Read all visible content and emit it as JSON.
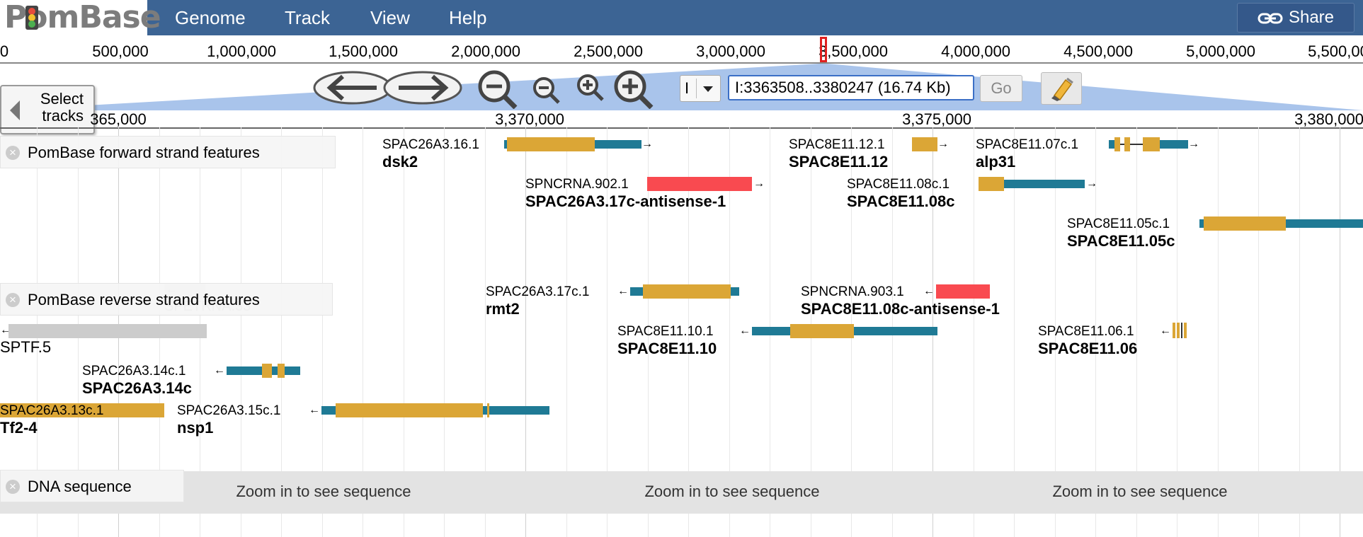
{
  "logo": {
    "text": "PomBase"
  },
  "menu": {
    "genome": "Genome",
    "track": "Track",
    "view": "View",
    "help": "Help",
    "share": "Share"
  },
  "overview_ticks": [
    "0",
    "500,000",
    "1,000,000",
    "1,500,000",
    "2,000,000",
    "2,500,000",
    "3,000,000",
    "3,500,000",
    "4,000,000",
    "4,500,000",
    "5,000,000",
    "5,500,00"
  ],
  "controls": {
    "select_tracks_line1": "Select",
    "select_tracks_line2": "tracks",
    "chromosome": "I",
    "location": "I:3363508..3380247 (16.74 Kb)",
    "go": "Go"
  },
  "detail_ticks": [
    "365,000",
    "3,370,000",
    "3,375,000",
    "3,380,000"
  ],
  "tracks": {
    "forward": "PomBase forward strand features",
    "reverse": "PomBase reverse strand features",
    "dna": "DNA sequence",
    "dna_msg": "Zoom in to see sequence"
  },
  "forward_features": [
    {
      "id": "SPAC26A3.16.1",
      "name": "dsk2"
    },
    {
      "id": "SPAC8E11.12.1",
      "name": "SPAC8E11.12"
    },
    {
      "id": "SPAC8E11.07c.1",
      "name": "alp31"
    },
    {
      "id": "SPNCRNA.902.1",
      "name": "SPAC26A3.17c-antisense-1"
    },
    {
      "id": "SPAC8E11.08c.1",
      "name": "SPAC8E11.08c"
    },
    {
      "id": "SPAC8E11.05c.1",
      "name": "SPAC8E11.05c"
    }
  ],
  "reverse_features": [
    {
      "id": "SPAC26A3.17c.1",
      "name": "rmt2"
    },
    {
      "id": "SPNCRNA.903.1",
      "name": "SPAC8E11.08c-antisense-1"
    },
    {
      "id": "SPETRNA.33",
      "name": ""
    },
    {
      "id": "",
      "name": "SPTF.5"
    },
    {
      "id": "SPAC8E11.10.1",
      "name": "SPAC8E11.10"
    },
    {
      "id": "SPAC8E11.06.1",
      "name": "SPAC8E11.06"
    },
    {
      "id": "SPAC26A3.14c.1",
      "name": "SPAC26A3.14c"
    },
    {
      "id": "SPAC26A3.13c.1",
      "name": "Tf2-4"
    },
    {
      "id": "SPAC26A3.15c.1",
      "name": "nsp1"
    }
  ],
  "colors": {
    "cds": "#dba636",
    "utr": "#1f7a95",
    "ncrna": "#f94a50",
    "menubar": "#3c6494"
  }
}
